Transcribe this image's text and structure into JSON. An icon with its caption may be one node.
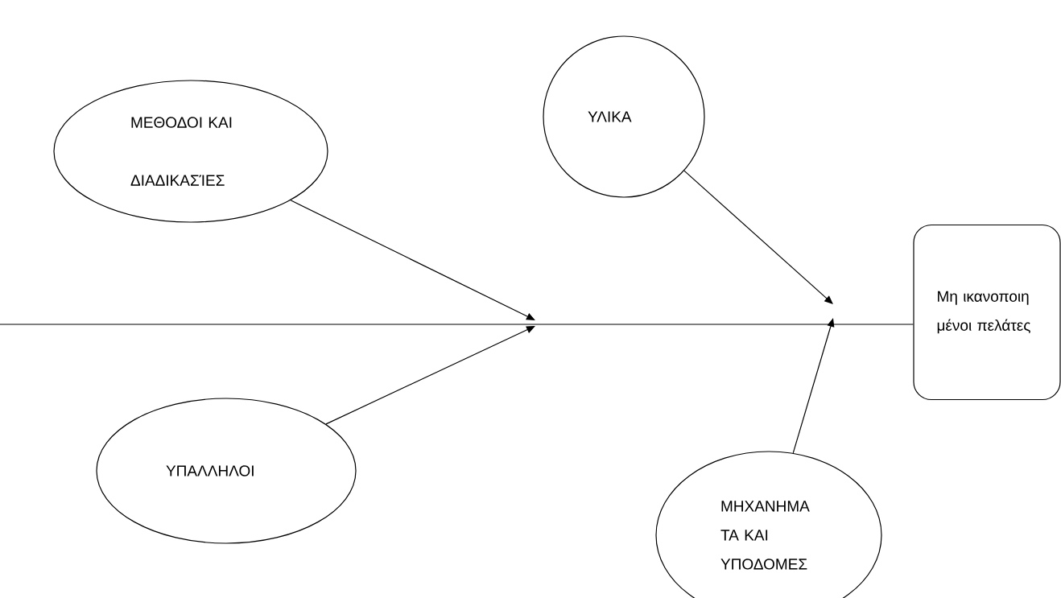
{
  "diagram": {
    "nodes": [
      {
        "text": [
          "ΜΕΘΟΔΟΙ ΚΑΙ ΔΙΑΔΙΚΑΣΊΕΣ"
        ]
      },
      {
        "text": [
          "ΥΛΙΚΑ"
        ]
      },
      {
        "text": [
          "Μη ικανοποιη μένοι πελάτες"
        ]
      },
      {
        "text": [
          "ΥΠΑΛΛΗΛΟΙ"
        ]
      },
      {
        "text": [
          "ΜΗΧΑΝΗΜΑ ΤΑ ΚΑΙ ΥΠΟΔΟΜΕΣ"
        ]
      }
    ],
    "edges": [
      {
        "from": null,
        "to": 2,
        "arrow": "none"
      },
      {
        "from": 0,
        "to": null,
        "arrow": "to"
      },
      {
        "from": 1,
        "to": null,
        "arrow": "to"
      },
      {
        "from": 3,
        "to": null,
        "arrow": "to"
      },
      {
        "from": 4,
        "to": null,
        "arrow": "to"
      }
    ]
  }
}
